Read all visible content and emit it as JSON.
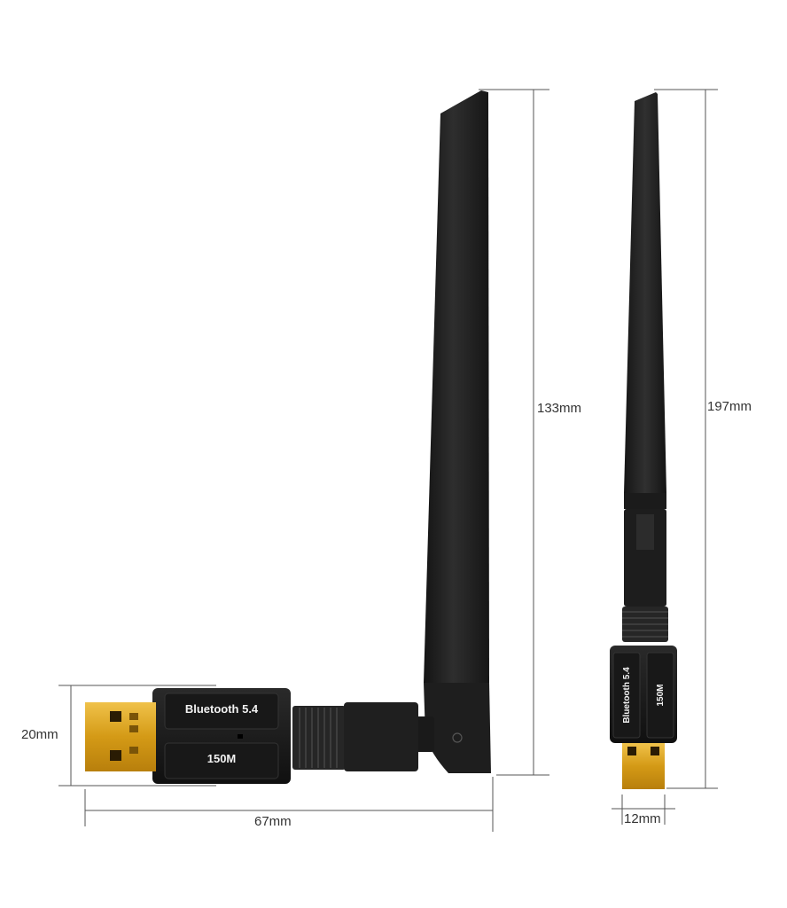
{
  "product": {
    "label_bluetooth": "Bluetooth 5.4",
    "label_speed": "150M"
  },
  "dimensions": {
    "front_height": "20mm",
    "front_width": "67mm",
    "antenna_height": "133mm",
    "side_total_height": "197mm",
    "side_width": "12mm"
  },
  "colors": {
    "body": "#1c1c1c",
    "antenna": "#222222",
    "usb_gold": "#d9a520",
    "dim_line": "#555555"
  }
}
